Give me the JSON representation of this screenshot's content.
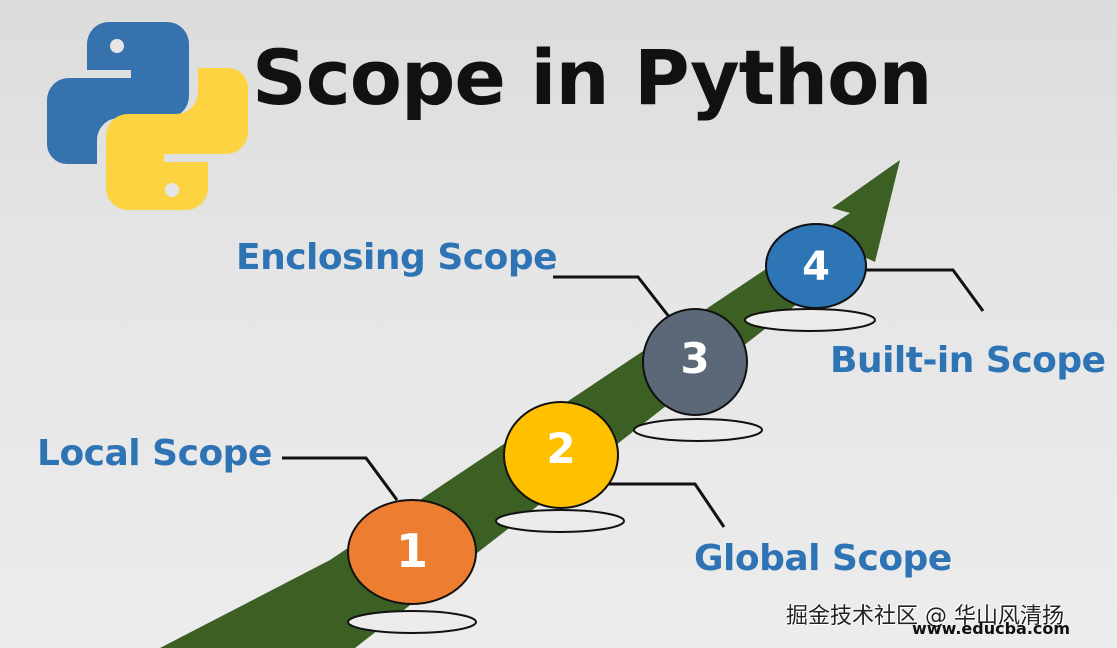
{
  "title": "Scope in Python",
  "logo": {
    "name": "python-logo",
    "colors": {
      "blue": "#3673ae",
      "yellow": "#fdd341"
    }
  },
  "arrow": {
    "color": "#3c5f23"
  },
  "steps": [
    {
      "number": "1",
      "label": "Local Scope",
      "color": "#ed7d31"
    },
    {
      "number": "2",
      "label": "Global Scope",
      "color": "#ffc000"
    },
    {
      "number": "3",
      "label": "Enclosing Scope",
      "color": "#5a6877"
    },
    {
      "number": "4",
      "label": "Built-in Scope",
      "color": "#2e75b6"
    }
  ],
  "label_color": "#2e74b5",
  "watermark": "掘金技术社区 @ 华山风清扬",
  "site": "www.educba.com"
}
